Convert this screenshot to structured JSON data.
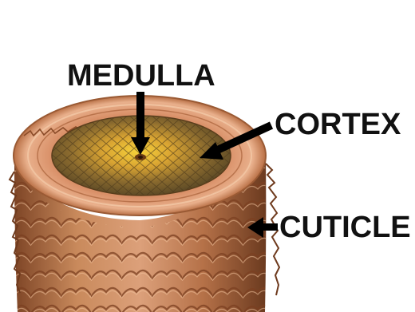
{
  "labels": {
    "medulla": "MEDULLA",
    "cortex": "CORTEX",
    "cuticle": "CUTICLE"
  },
  "colors": {
    "background": "#ffffff",
    "label_text": "#111111",
    "pointer": "#000000",
    "cuticle_base": "#b8764a",
    "cuticle_dark": "#8a4f2c",
    "cuticle_light": "#dca07a",
    "cortex_rim": "#e0a27a",
    "cortex_fill": "#7a5a2a",
    "medulla_glow": "#f2c230"
  },
  "icons": [
    "arrow-pointer-icon"
  ]
}
